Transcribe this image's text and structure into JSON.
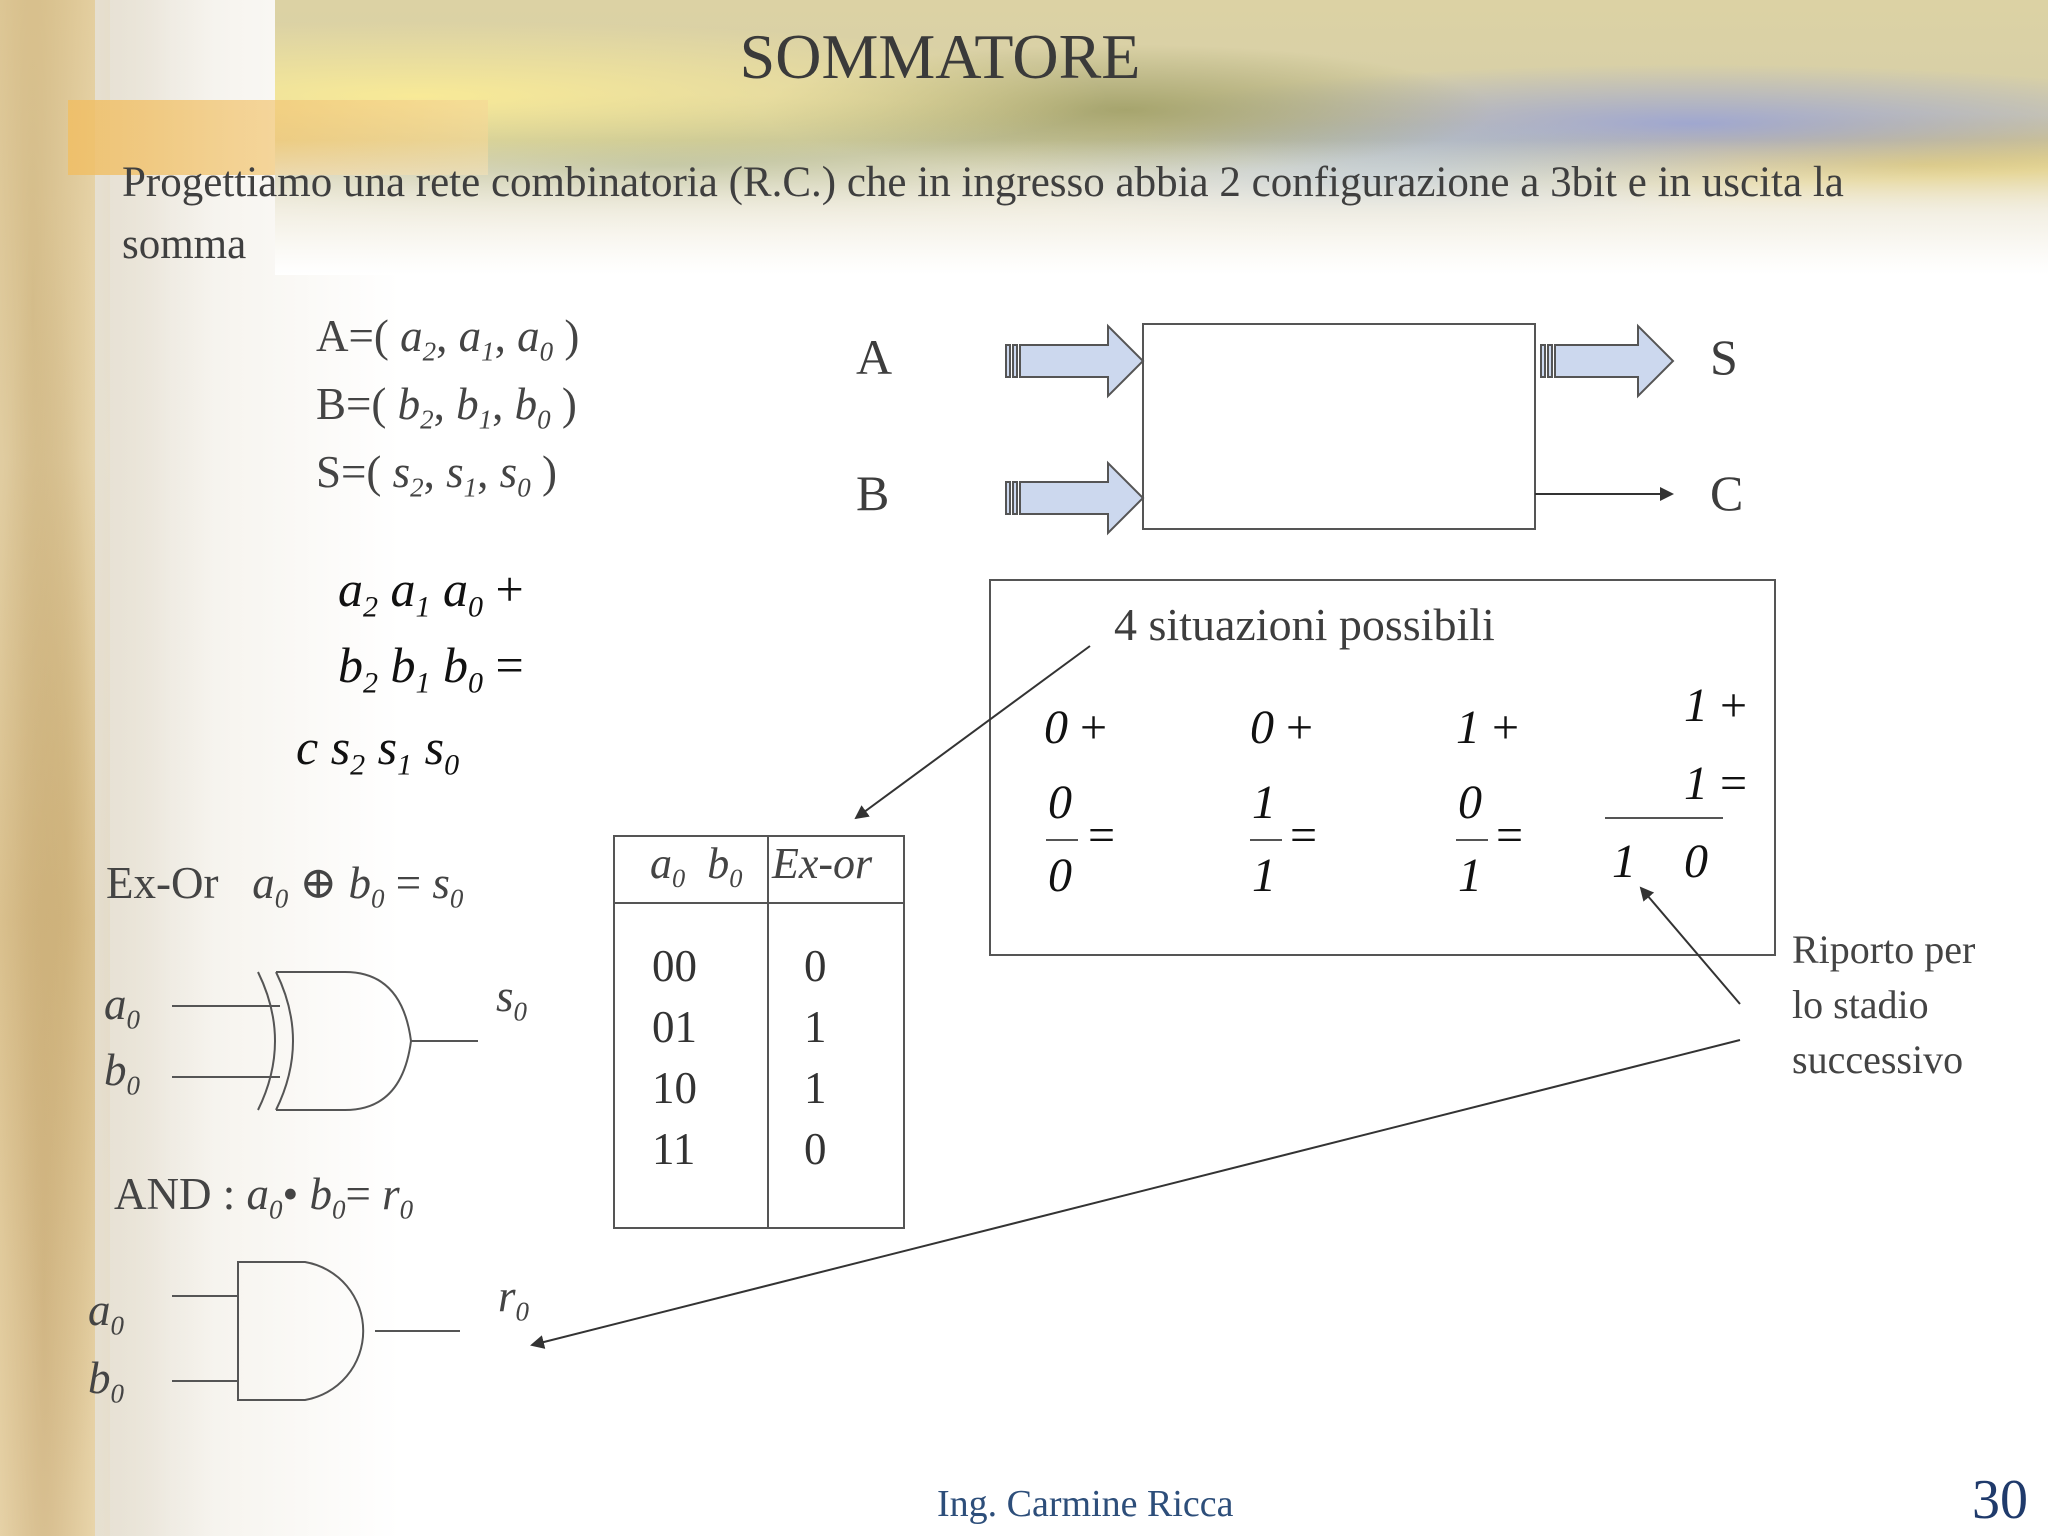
{
  "title": "SOMMATORE",
  "intro": "Progettiamo una rete combinatoria (R.C.) che in ingresso abbia 2 configurazione a 3bit e in uscita la somma",
  "definitions": [
    {
      "name": "A=(",
      "v2": "a",
      "s2": "2",
      "v1": "a",
      "s1": "1",
      "v0": "a",
      "s0": "0",
      "close": ")"
    },
    {
      "name": "B=(",
      "v2": "b",
      "s2": "2",
      "v1": "b",
      "s1": "1",
      "v0": "b",
      "s0": "0",
      "close": ")"
    },
    {
      "name": "S=(",
      "v2": "s",
      "s2": "2",
      "v1": "s",
      "s1": "1",
      "v0": "s",
      "s0": "0",
      "close": ")"
    }
  ],
  "block": {
    "input_a": "A",
    "input_b": "B",
    "output_s": "S",
    "output_c": "C",
    "operator": "+"
  },
  "addition": {
    "row1": {
      "v2": "a",
      "s2": "2",
      "v1": "a",
      "s1": "1",
      "v0": "a",
      "s0": "0",
      "op": "+"
    },
    "row2": {
      "v2": "b",
      "s2": "2",
      "v1": "b",
      "s1": "1",
      "v0": "b",
      "s0": "0",
      "op": "="
    },
    "row3": {
      "c": "c",
      "v2": "s",
      "s2": "2",
      "v1": "s",
      "s1": "1",
      "v0": "s",
      "s0": "0"
    }
  },
  "cases": {
    "title": "4 situazioni possibili",
    "items": [
      {
        "a": "0",
        "b": "0",
        "r": "0"
      },
      {
        "a": "0",
        "b": "1",
        "r": "1"
      },
      {
        "a": "1",
        "b": "0",
        "r": "1"
      },
      {
        "a": "1",
        "b": "1",
        "r_carry": "1",
        "r_sum": "0"
      }
    ],
    "plus": "+",
    "equals": "="
  },
  "carry_note": [
    "Riporto per",
    "lo stadio",
    "successivo"
  ],
  "exor": {
    "label": "Ex-Or",
    "eq_a": "a",
    "eq_sa": "0",
    "eq_op": "⊕",
    "eq_b": "b",
    "eq_sb": "0",
    "eq_eq": "=",
    "eq_s": "s",
    "eq_ss": "0",
    "in_a": "a",
    "in_a_sub": "0",
    "in_b": "b",
    "in_b_sub": "0",
    "out": "s",
    "out_sub": "0"
  },
  "and": {
    "label": "AND :",
    "eq_a": "a",
    "eq_sa": "0",
    "eq_op": "•",
    "eq_b": "b",
    "eq_sb": "0",
    "eq_eq": "=",
    "eq_r": "r",
    "eq_sr": "0",
    "in_a": "a",
    "in_a_sub": "0",
    "in_b": "b",
    "in_b_sub": "0",
    "out": "r",
    "out_sub": "0"
  },
  "truth_table": {
    "h_a": "a",
    "h_a_sub": "0",
    "h_b": "b",
    "h_b_sub": "0",
    "h_out": "Ex-or",
    "rows": [
      {
        "in": "00",
        "out": "0"
      },
      {
        "in": "01",
        "out": "1"
      },
      {
        "in": "10",
        "out": "1"
      },
      {
        "in": "11",
        "out": "0"
      }
    ]
  },
  "footer": "Ing. Carmine Ricca",
  "page_number": "30"
}
